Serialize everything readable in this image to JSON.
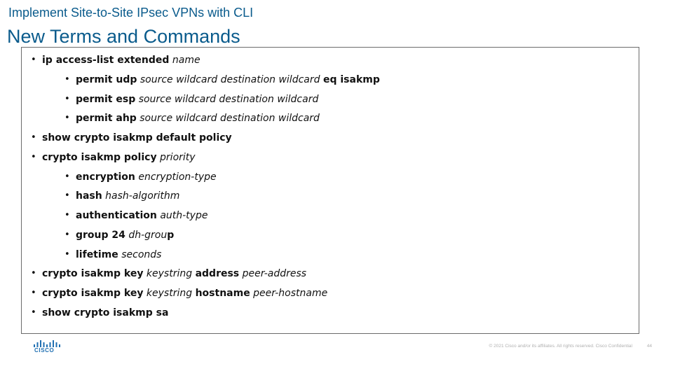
{
  "header": {
    "subtitle": "Implement Site-to-Site IPsec VPNs with CLI",
    "title": "New Terms and Commands"
  },
  "commands": [
    {
      "level": 0,
      "segments": [
        {
          "text": "ip access-list extended",
          "style": "kw"
        },
        {
          "text": " ",
          "style": "plain"
        },
        {
          "text": "name",
          "style": "arg"
        }
      ]
    },
    {
      "level": 1,
      "segments": [
        {
          "text": "permit udp",
          "style": "kw"
        },
        {
          "text": " ",
          "style": "plain"
        },
        {
          "text": "source wildcard destination wildcard",
          "style": "arg"
        },
        {
          "text": " ",
          "style": "plain"
        },
        {
          "text": "eq isakmp",
          "style": "kw"
        }
      ]
    },
    {
      "level": 1,
      "segments": [
        {
          "text": "permit esp",
          "style": "kw"
        },
        {
          "text": " ",
          "style": "plain"
        },
        {
          "text": "source wildcard destination wildcard",
          "style": "arg"
        }
      ]
    },
    {
      "level": 1,
      "segments": [
        {
          "text": "permit ahp",
          "style": "kw"
        },
        {
          "text": " ",
          "style": "plain"
        },
        {
          "text": "source wildcard destination wildcard",
          "style": "arg"
        }
      ]
    },
    {
      "level": 0,
      "segments": [
        {
          "text": "show crypto isakmp default policy",
          "style": "kw"
        }
      ]
    },
    {
      "level": 0,
      "segments": [
        {
          "text": "crypto isakmp policy",
          "style": "kw"
        },
        {
          "text": " ",
          "style": "plain"
        },
        {
          "text": "priority",
          "style": "arg"
        }
      ]
    },
    {
      "level": 1,
      "segments": [
        {
          "text": "encryption",
          "style": "kw"
        },
        {
          "text": " ",
          "style": "plain"
        },
        {
          "text": "encryption-type",
          "style": "arg"
        }
      ]
    },
    {
      "level": 1,
      "segments": [
        {
          "text": "hash",
          "style": "kw"
        },
        {
          "text": " ",
          "style": "plain"
        },
        {
          "text": "hash-algorithm",
          "style": "arg"
        }
      ]
    },
    {
      "level": 1,
      "segments": [
        {
          "text": "authentication",
          "style": "kw"
        },
        {
          "text": " ",
          "style": "plain"
        },
        {
          "text": "auth-type",
          "style": "arg"
        }
      ]
    },
    {
      "level": 1,
      "segments": [
        {
          "text": "group 24",
          "style": "kw"
        },
        {
          "text": " ",
          "style": "plain"
        },
        {
          "text": "dh-grou",
          "style": "arg"
        },
        {
          "text": "p",
          "style": "kw"
        }
      ]
    },
    {
      "level": 1,
      "segments": [
        {
          "text": "lifetime",
          "style": "kw"
        },
        {
          "text": " ",
          "style": "plain"
        },
        {
          "text": "seconds",
          "style": "arg"
        }
      ]
    },
    {
      "level": 0,
      "segments": [
        {
          "text": "crypto isakmp key",
          "style": "kw"
        },
        {
          "text": " ",
          "style": "plain"
        },
        {
          "text": "keystring",
          "style": "arg"
        },
        {
          "text": " ",
          "style": "plain"
        },
        {
          "text": "address",
          "style": "kw"
        },
        {
          "text": " ",
          "style": "plain"
        },
        {
          "text": "peer-address",
          "style": "arg"
        }
      ]
    },
    {
      "level": 0,
      "segments": [
        {
          "text": "crypto isakmp key",
          "style": "kw"
        },
        {
          "text": " ",
          "style": "plain"
        },
        {
          "text": "keystring",
          "style": "arg"
        },
        {
          "text": " ",
          "style": "plain"
        },
        {
          "text": "hostname",
          "style": "kw"
        },
        {
          "text": " ",
          "style": "plain"
        },
        {
          "text": "peer-hostname",
          "style": "arg"
        }
      ]
    },
    {
      "level": 0,
      "segments": [
        {
          "text": "show crypto isakmp sa",
          "style": "kw"
        }
      ]
    }
  ],
  "footer": {
    "logo_text": "CISCO",
    "copyright": "© 2021  Cisco and/or its affiliates. All rights reserved.   Cisco Confidential",
    "page_number": "44"
  },
  "colors": {
    "title": "#0a5b8c",
    "logo": "#1f6fb2",
    "border": "#6b6b6b",
    "footer_text": "#b0b0b0"
  },
  "icons": {
    "logo": "cisco-logo-icon"
  }
}
